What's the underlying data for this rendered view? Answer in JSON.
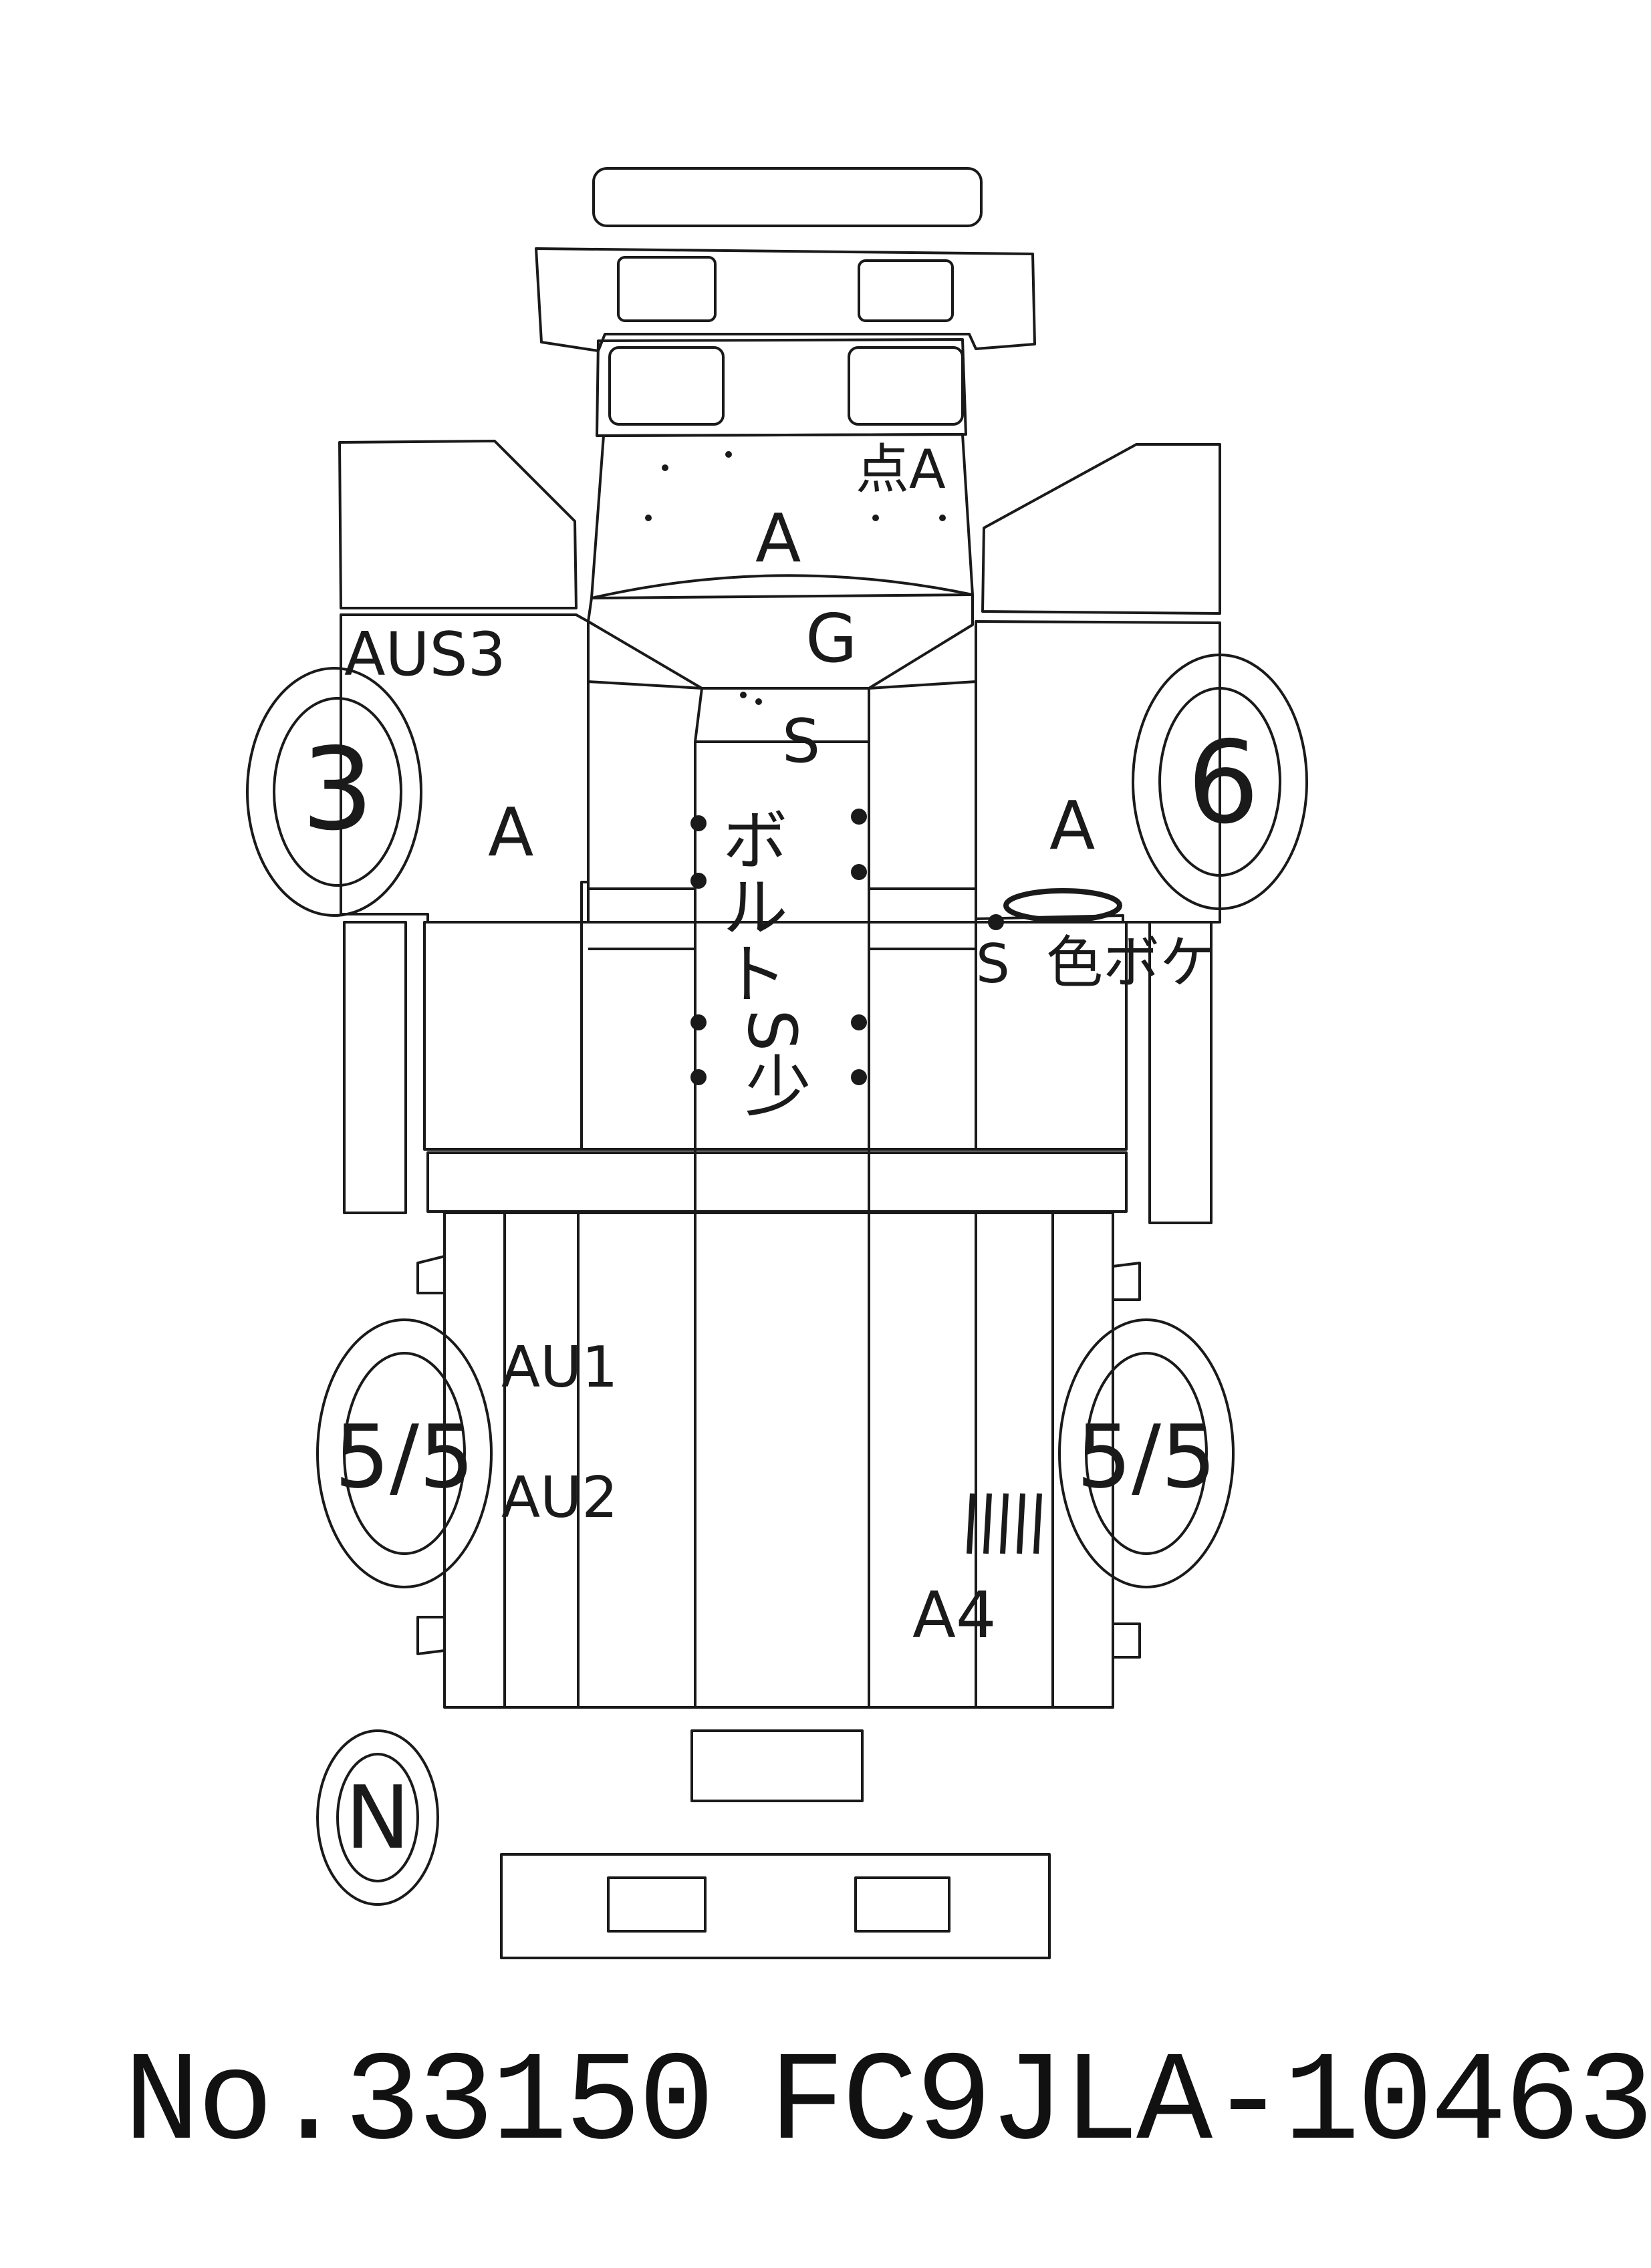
{
  "footer": {
    "lot_number": "No.33150",
    "chassis_code": "FC9JLA-10463"
  },
  "tires": {
    "front_left": "3",
    "front_right": "6",
    "rear_left": "5/5",
    "rear_right": "5/5",
    "spare": "N"
  },
  "annotations": {
    "hood_corner": "点A",
    "hood": "A",
    "windshield": "G",
    "fender_left_top": "AUS3",
    "door_left": "A",
    "door_right": "A",
    "roof_mark": "S",
    "center_note_1": "ボルト",
    "center_note_2": "S少",
    "right_side_mark": "S",
    "right_side_note": "色ボケ",
    "rear_left_upper": "AU1",
    "rear_left_lower": "AU2",
    "rear_right_note": "A4"
  }
}
